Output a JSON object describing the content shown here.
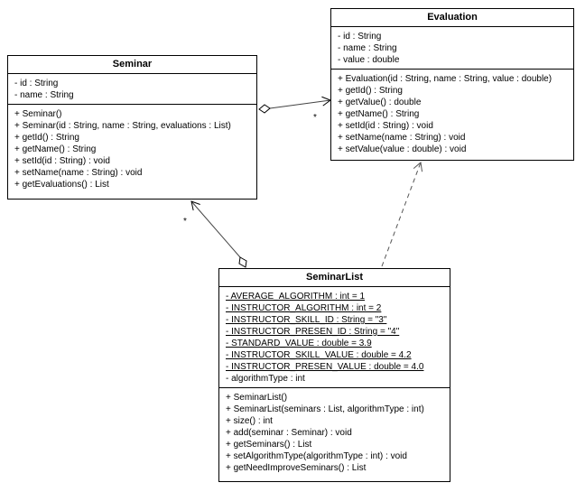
{
  "classes": {
    "seminar": {
      "name": "Seminar",
      "attributes": [
        "- id : String",
        "- name : String"
      ],
      "operations": [
        "+ Seminar()",
        "+ Seminar(id : String, name : String, evaluations : List)",
        "+ getId() : String",
        "+ getName() : String",
        "+ setId(id : String) : void",
        "+ setName(name : String) : void",
        "+ getEvaluations() : List"
      ]
    },
    "evaluation": {
      "name": "Evaluation",
      "attributes": [
        "- id : String",
        "- name : String",
        "- value : double"
      ],
      "operations": [
        "+ Evaluation(id : String, name : String, value : double)",
        "+ getId() : String",
        "+ getValue() : double",
        "+ getName() : String",
        "+ setId(id : String) : void",
        "+ setName(name : String) : void",
        "+ setValue(value : double) : void"
      ]
    },
    "seminar_list": {
      "name": "SeminarList",
      "attributes": [
        "- AVERAGE_ALGORITHM : int = 1",
        "- INSTRUCTOR_ALGORITHM : int = 2",
        "- INSTRUCTOR_SKILL_ID : String = \"3\"",
        "- INSTRUCTOR_PRESEN_ID : String = \"4\"",
        "- STANDARD_VALUE : double = 3.9",
        "- INSTRUCTOR_SKILL_VALUE : double = 4.2",
        "- INSTRUCTOR_PRESEN_VALUE : double = 4.0",
        "- algorithmType : int"
      ],
      "static_attribute_count": 7,
      "operations": [
        "+ SeminarList()",
        "+ SeminarList(seminars : List, algorithmType : int)",
        "+ size() : int",
        "+ add(seminar : Seminar) : void",
        "+ getSeminars() : List",
        "+ setAlgorithmType(algorithmType : int) : void",
        "+ getNeedImproveSeminars() : List"
      ]
    }
  },
  "relationships": {
    "seminar_evaluation": {
      "type": "aggregation",
      "multiplicity": "*"
    },
    "seminarlist_seminar": {
      "type": "aggregation",
      "multiplicity": "*"
    },
    "seminarlist_evaluation": {
      "type": "dependency"
    }
  }
}
